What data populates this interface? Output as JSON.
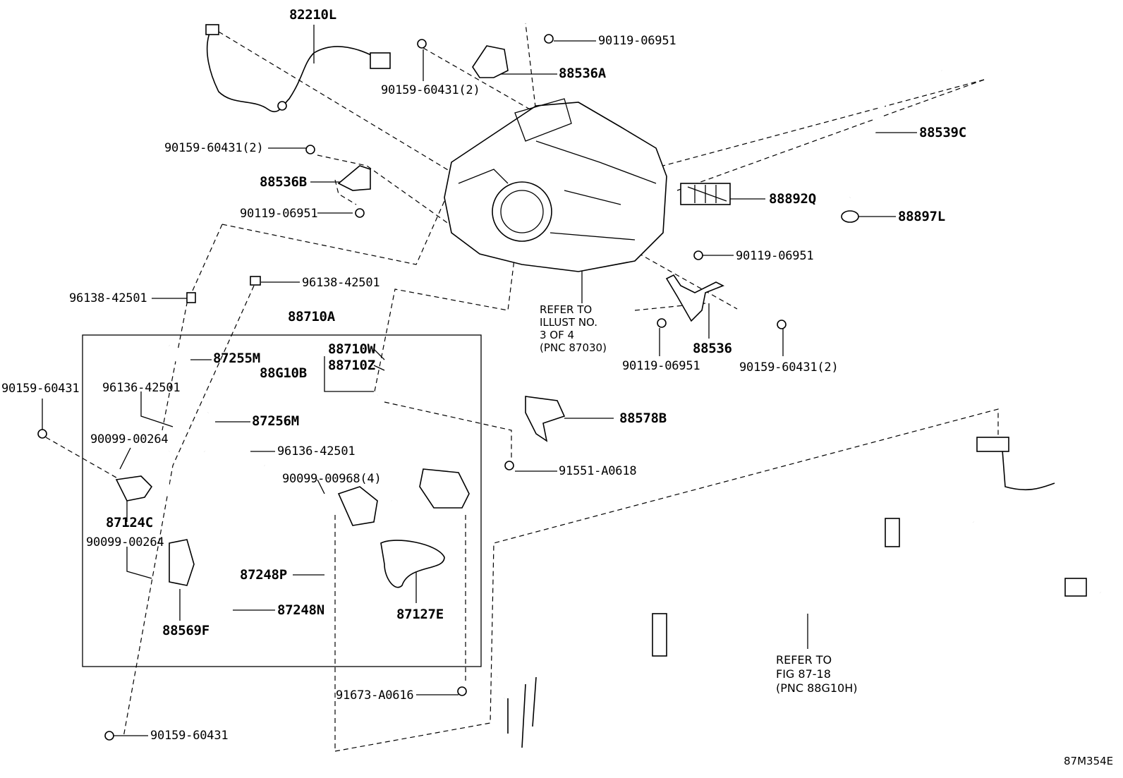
{
  "diagram": {
    "figure_code": "87M354E",
    "parts": {
      "p82210L": "82210L",
      "p90119_top": "90119-06951",
      "p88536A": "88536A",
      "p90159_top": "90159-60431(2)",
      "p88539C": "88539C",
      "p90159_left": "90159-60431(2)",
      "p88536B": "88536B",
      "p88892Q": "88892Q",
      "p90119_left": "90119-06951",
      "p88897L": "88897L",
      "p90119_right": "90119-06951",
      "p96138_left": "96138-42501",
      "p96138_mid": "96138-42501",
      "p88710A": "88710A",
      "p88536": "88536",
      "p90119_bottom": "90119-06951",
      "p90159_right": "90159-60431(2)",
      "p88710W": "88710W",
      "p88G10B": "88G10B",
      "p88710Z": "88710Z",
      "p87255M": "87255M",
      "p90159_farleft": "90159-60431",
      "p96136_left": "96136-42501",
      "p88578B": "88578B",
      "p87256M": "87256M",
      "p90099_a": "90099-00264",
      "p96136_mid": "96136-42501",
      "p91551": "91551-A0618",
      "p90099_b": "90099-00968(4)",
      "p87124C": "87124C",
      "p90099_c": "90099-00264",
      "p87248P": "87248P",
      "p87248N": "87248N",
      "p87127E": "87127E",
      "p88569F": "88569F",
      "p91673": "91673-A0616",
      "p90159_bottom": "90159-60431"
    },
    "refer_blower": [
      "REFER TO",
      "ILLUST NO.",
      "3 OF 4",
      "(PNC 87030)"
    ],
    "refer_pipes": [
      "REFER TO",
      "FIG 87-18",
      "(PNC 88G10H)"
    ]
  }
}
